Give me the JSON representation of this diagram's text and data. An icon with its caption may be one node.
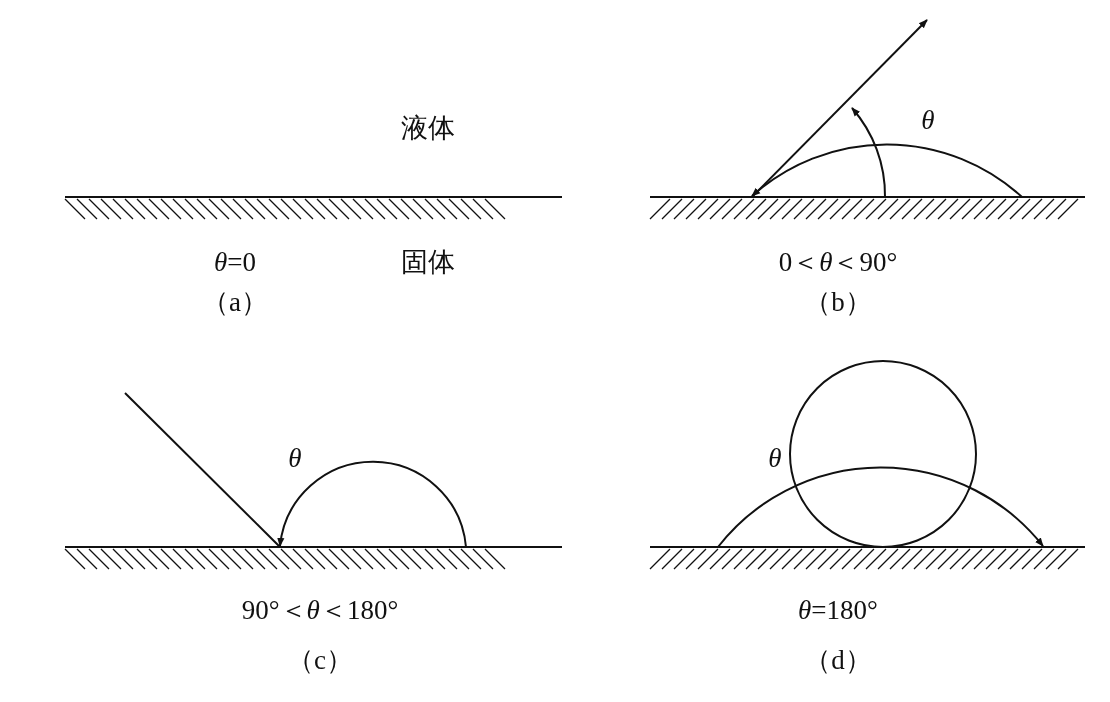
{
  "diagram": {
    "labels": [
      "液体",
      "*θ*=0",
      "固体",
      "（a）",
      "θ",
      "0＜*θ*＜90°",
      "（b）",
      "θ",
      "90°＜*θ*＜180°",
      "（c）",
      "θ",
      "*θ*=180°",
      "（d）"
    ]
  }
}
